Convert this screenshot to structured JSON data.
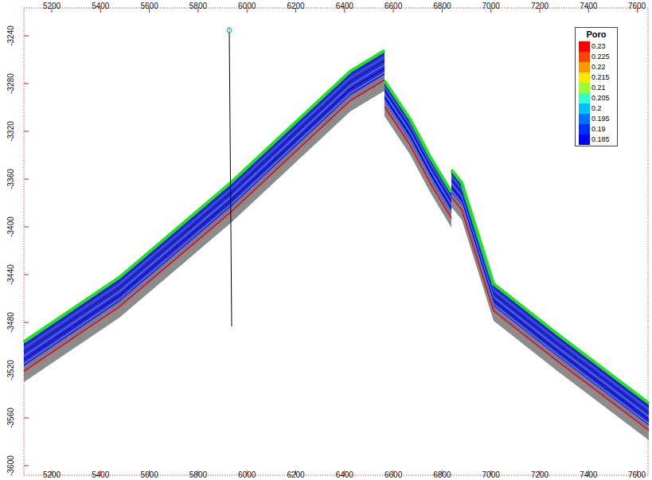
{
  "diagram": {
    "labels": [
      "5200",
      "5400",
      "5600",
      "5800",
      "6000",
      "6200",
      "6400",
      "6600",
      "6800",
      "7000",
      "7200",
      "7400",
      "7600",
      "5200",
      "5400",
      "5600",
      "5800",
      "6000",
      "6200",
      "6400",
      "6600",
      "6800",
      "7000",
      "7200",
      "7400",
      "7600",
      "-3240",
      "-3280",
      "-3320",
      "-3360",
      "-3400",
      "-3440",
      "-3480",
      "-3520",
      "-3560",
      "-3600",
      "Poro"
    ],
    "legend": [
      {
        "text": "0.23",
        "color": "#ff0000"
      },
      {
        "text": "0.225",
        "color": "#ff4400"
      },
      {
        "text": "0.22",
        "color": "#ff9900"
      },
      {
        "text": "0.215",
        "color": "#ffe600"
      },
      {
        "text": "0.21",
        "color": "#99ff33"
      },
      {
        "text": "0.205",
        "color": "#33ffcc"
      },
      {
        "text": "0.2",
        "color": "#00c0ff"
      },
      {
        "text": "0.195",
        "color": "#0070ff"
      },
      {
        "text": "0.19",
        "color": "#0030ff"
      },
      {
        "text": "0.185",
        "color": "#0000ff"
      }
    ]
  }
}
